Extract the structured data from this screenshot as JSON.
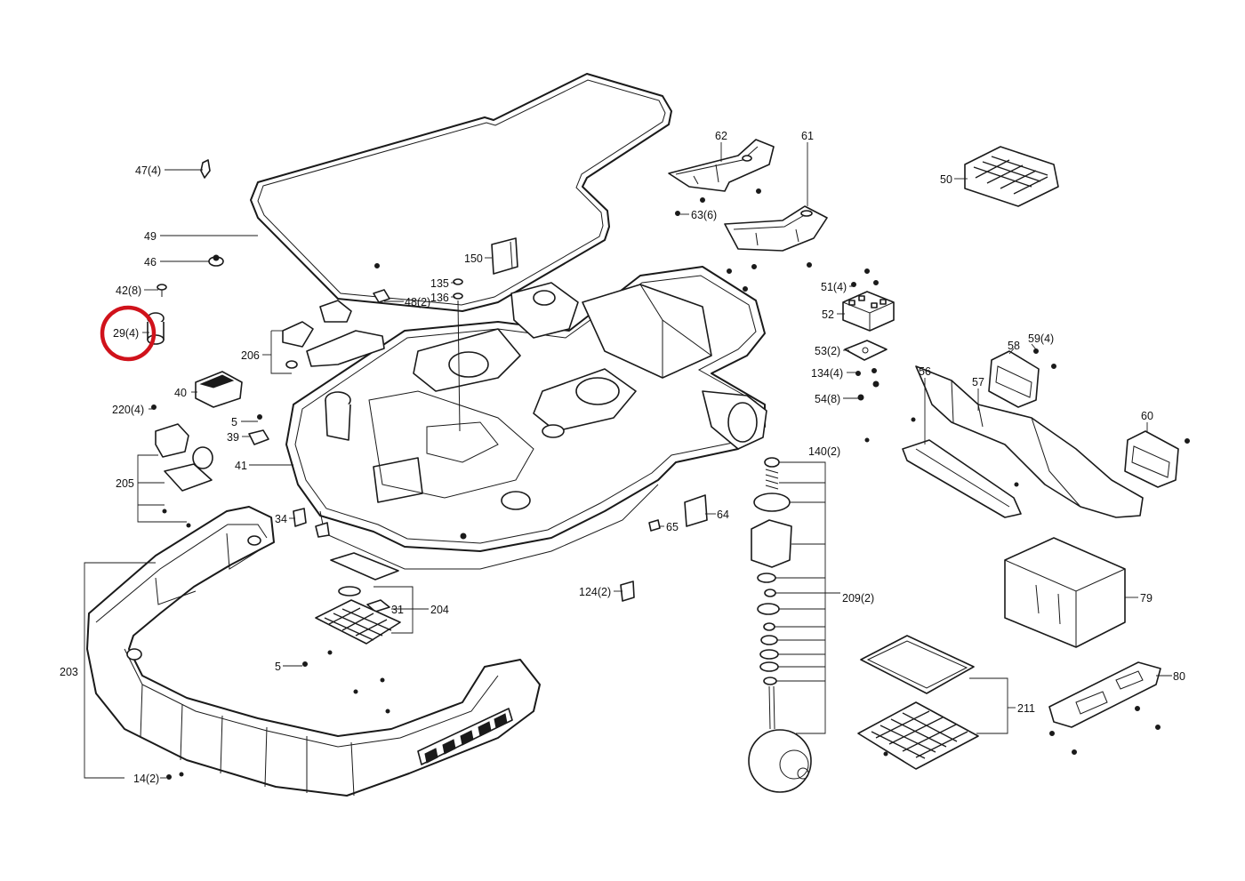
{
  "labels": {
    "l47": "47(4)",
    "l49": "49",
    "l46": "46",
    "l42": "42(8)",
    "l29": "29(4)",
    "l206": "206",
    "l40": "40",
    "l220": "220(4)",
    "l5a": "5",
    "l39": "39",
    "l41": "41",
    "l205": "205",
    "l34": "34",
    "l203": "203",
    "l5b": "5",
    "l14": "14(2)",
    "l31": "31",
    "l204": "204",
    "l150": "150",
    "l135": "135",
    "l136": "136",
    "l48": "48(2)",
    "l62": "62",
    "l61": "61",
    "l63": "63(6)",
    "l50": "50",
    "l51": "51(4)",
    "l52": "52",
    "l53": "53(2)",
    "l134": "134(4)",
    "l54": "54(8)",
    "l140": "140(2)",
    "l59": "59(4)",
    "l58": "58",
    "l56": "56",
    "l57": "57",
    "l60": "60",
    "l65": "65",
    "l64": "64",
    "l124": "124(2)",
    "l209": "209(2)",
    "l79": "79",
    "l80": "80",
    "l211": "211"
  },
  "highlight": {
    "target": "29(4)",
    "color": "#d0121b"
  }
}
